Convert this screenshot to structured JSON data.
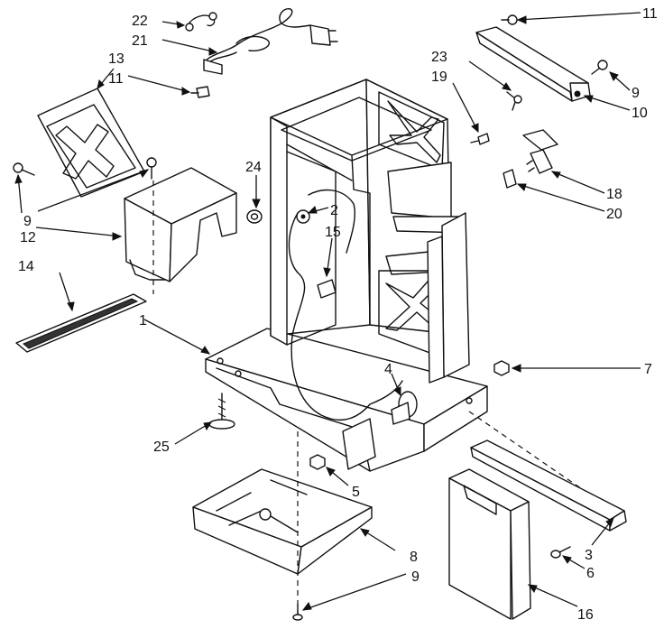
{
  "callouts": {
    "c1": "1",
    "c2": "2",
    "c3": "3",
    "c4": "4",
    "c5": "5",
    "c6": "6",
    "c7": "7",
    "c8": "8",
    "c9_top_right": "9",
    "c9_left": "9",
    "c9_bottom": "9",
    "c10": "10",
    "c11_top": "11",
    "c11_left": "11",
    "c12": "12",
    "c13": "13",
    "c14": "14",
    "c15": "15",
    "c16": "16",
    "c18": "18",
    "c19": "19",
    "c20": "20",
    "c21": "21",
    "c22": "22",
    "c23": "23",
    "c24": "24",
    "c25": "25"
  }
}
